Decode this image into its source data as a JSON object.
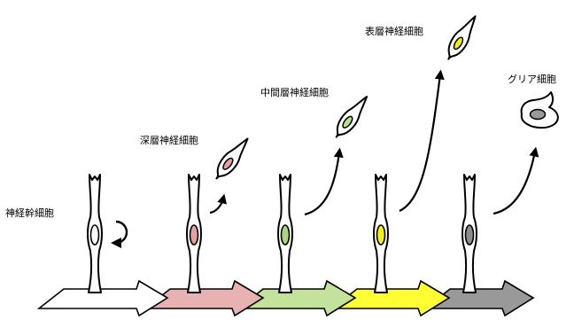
{
  "labels": {
    "neural_stem_cell": "神経幹細胞",
    "deep_layer_neuron": "深層神経細胞",
    "middle_layer_neuron": "中間層神経細胞",
    "upper_layer_neuron": "表層神経細胞",
    "glial_cell": "グリア細胞"
  },
  "colors": {
    "stage_1": "#ffffff",
    "stage_2": "#e8b2b2",
    "stage_3": "#c3e29b",
    "stage_4": "#ffff33",
    "stage_5": "#999999",
    "nucleus_white": "#ffffff",
    "nucleus_pink": "#e6a0a0",
    "nucleus_green": "#a9d67f",
    "nucleus_yellow": "#f2f20a",
    "nucleus_gray": "#8c8c8c",
    "neuron_pink": "#e6a0a0",
    "neuron_green": "#b9df90",
    "neuron_yellow": "#f2f20a",
    "glia_gray": "#999999",
    "outline": "#000000"
  },
  "icons": {
    "self_renewal": "circular-arrow-icon",
    "differentiation": "curved-arrow-icon"
  }
}
